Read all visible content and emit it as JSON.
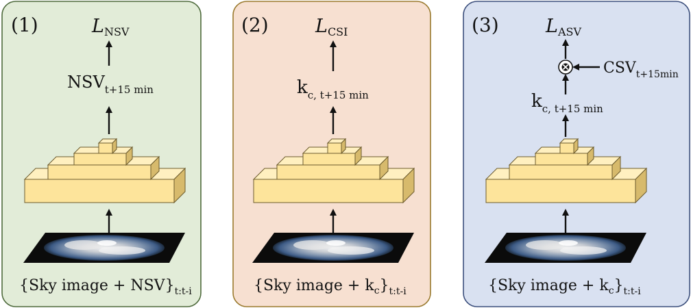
{
  "colors": {
    "panel1_fill": "#e2ecd8",
    "panel1_stroke": "#4e6a3c",
    "panel2_fill": "#f7e0d1",
    "panel2_stroke": "#9a7a2e",
    "panel3_fill": "#d9e1f1",
    "panel3_stroke": "#3c4f7c",
    "block_front": "#fde49b",
    "block_top": "#fff0c0",
    "block_side": "#d7ba6c",
    "block_stroke": "#6b5a2c"
  },
  "panels": [
    {
      "number": "(1)",
      "loss": {
        "main": "L",
        "sub": "NSV"
      },
      "output": {
        "main": "NSV",
        "sub": "t+15 min"
      },
      "input": {
        "main": "{Sky image + NSV}",
        "sub": "t:t-i"
      }
    },
    {
      "number": "(2)",
      "loss": {
        "main": "L",
        "sub": "CSI"
      },
      "output": {
        "main": "k",
        "sub": "c, t+15 min"
      },
      "input": {
        "main": "{Sky image + k",
        "sub_inner": "c",
        "close": "}",
        "sub": "t:t-i"
      }
    },
    {
      "number": "(3)",
      "loss": {
        "main": "L",
        "sub": "ASV"
      },
      "output": {
        "main": "k",
        "sub": "c, t+15 min"
      },
      "csv": {
        "main": "CSV",
        "sub": "t+15min"
      },
      "multiply_icon": "circled-times-icon",
      "input": {
        "main": "{Sky image + k",
        "sub_inner": "c",
        "close": "}",
        "sub": "t:t-i"
      }
    }
  ]
}
